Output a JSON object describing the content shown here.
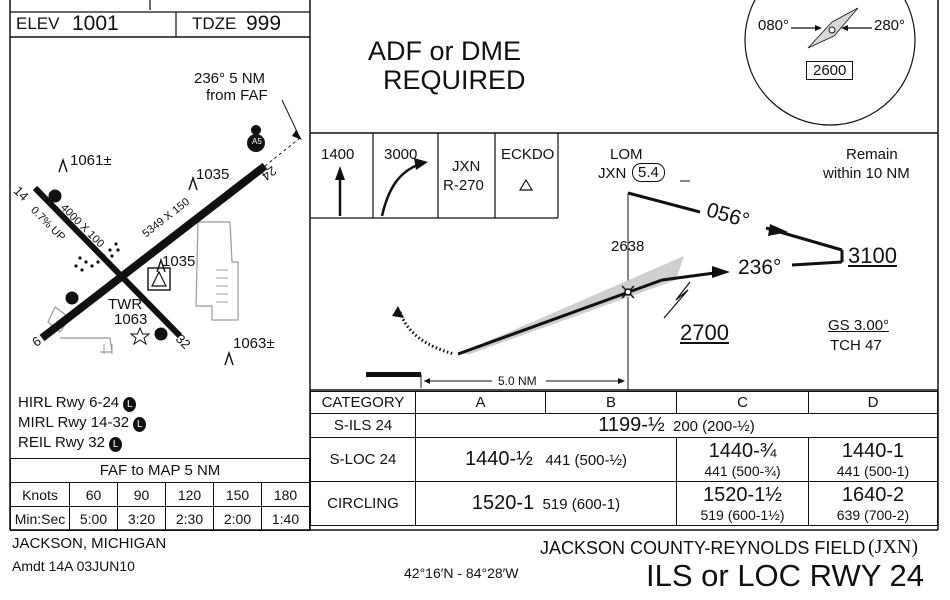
{
  "airport_info": {
    "elev_label": "ELEV",
    "elev_value": "1001",
    "tdze_label": "TDZE",
    "tdze_value": "999"
  },
  "header": {
    "adf_line1": "ADF or DME",
    "adf_line2": "REQUIRED"
  },
  "msa": {
    "bearing_left": "080°",
    "bearing_right": "280°",
    "altitude": "2600"
  },
  "airport_diagram": {
    "faf_note_line1": "236° 5 NM",
    "faf_note_line2": "from FAF",
    "elev_1061": "1061±",
    "elev_1035a": "1035",
    "elev_1035b": "1035",
    "elev_1063a": "1063",
    "elev_1063b": "1063±",
    "rwy_14": "14",
    "rwy_32": "32",
    "rwy_6": "6",
    "rwy_24": "24",
    "rwy_14_dims": "4000 X 100",
    "rwy_6_dims": "5349 X 150",
    "gradient": "0.7% UP",
    "tower_label": "TWR",
    "a5_label": "A5"
  },
  "lighting": {
    "line1": "HIRL Rwy 6-24",
    "line2": "MIRL Rwy 14-32",
    "line3": "REIL Rwy 32",
    "symbol": "L"
  },
  "faf_table": {
    "title": "FAF to MAP  5 NM",
    "row1_label": "Knots",
    "row2_label": "Min:Sec",
    "knots": [
      "60",
      "90",
      "120",
      "150",
      "180"
    ],
    "times": [
      "5:00",
      "3:20",
      "2:30",
      "2:00",
      "1:40"
    ]
  },
  "missed_approach": {
    "climb1": "1400",
    "climb2": "3000",
    "fix1_line1": "JXN",
    "fix1_line2": "R-270",
    "fix2": "ECKDO"
  },
  "profile": {
    "lom_label": "LOM",
    "jxn_label": "JXN",
    "dme_value": "5.4",
    "remain_line1": "Remain",
    "remain_line2": "within 10 NM",
    "heading_out": "056°",
    "heading_in": "236°",
    "alt_3100": "3100",
    "alt_2638": "2638",
    "alt_2700": "2700",
    "gs": "GS 3.00°",
    "tch": "TCH 47",
    "distance": "5.0 NM"
  },
  "minimums": {
    "header": [
      "CATEGORY",
      "A",
      "B",
      "C",
      "D"
    ],
    "sils_label": "S-ILS 24",
    "sils_main": "1199-½",
    "sils_sub": "200 (200-½)",
    "sloc_label": "S-LOC 24",
    "sloc_ab_main": "1440-½",
    "sloc_ab_sub": "441 (500-½)",
    "sloc_c_main": "1440-¾",
    "sloc_c_sub": "441 (500-¾)",
    "sloc_d_main": "1440-1",
    "sloc_d_sub": "441 (500-1)",
    "circ_label": "CIRCLING",
    "circ_ab_main": "1520-1",
    "circ_ab_sub": "519 (600-1)",
    "circ_c_main": "1520-1½",
    "circ_c_sub": "519 (600-1½)",
    "circ_d_main": "1640-2",
    "circ_d_sub": "639 (700-2)"
  },
  "footer": {
    "city": "JACKSON, MICHIGAN",
    "amendment": "Amdt 14A  03JUN10",
    "coords": "42°16′N - 84°28′W",
    "airport_name": "JACKSON COUNTY-REYNOLDS FIELD",
    "airport_id": "(JXN)",
    "procedure": "ILS or LOC RWY 24"
  }
}
